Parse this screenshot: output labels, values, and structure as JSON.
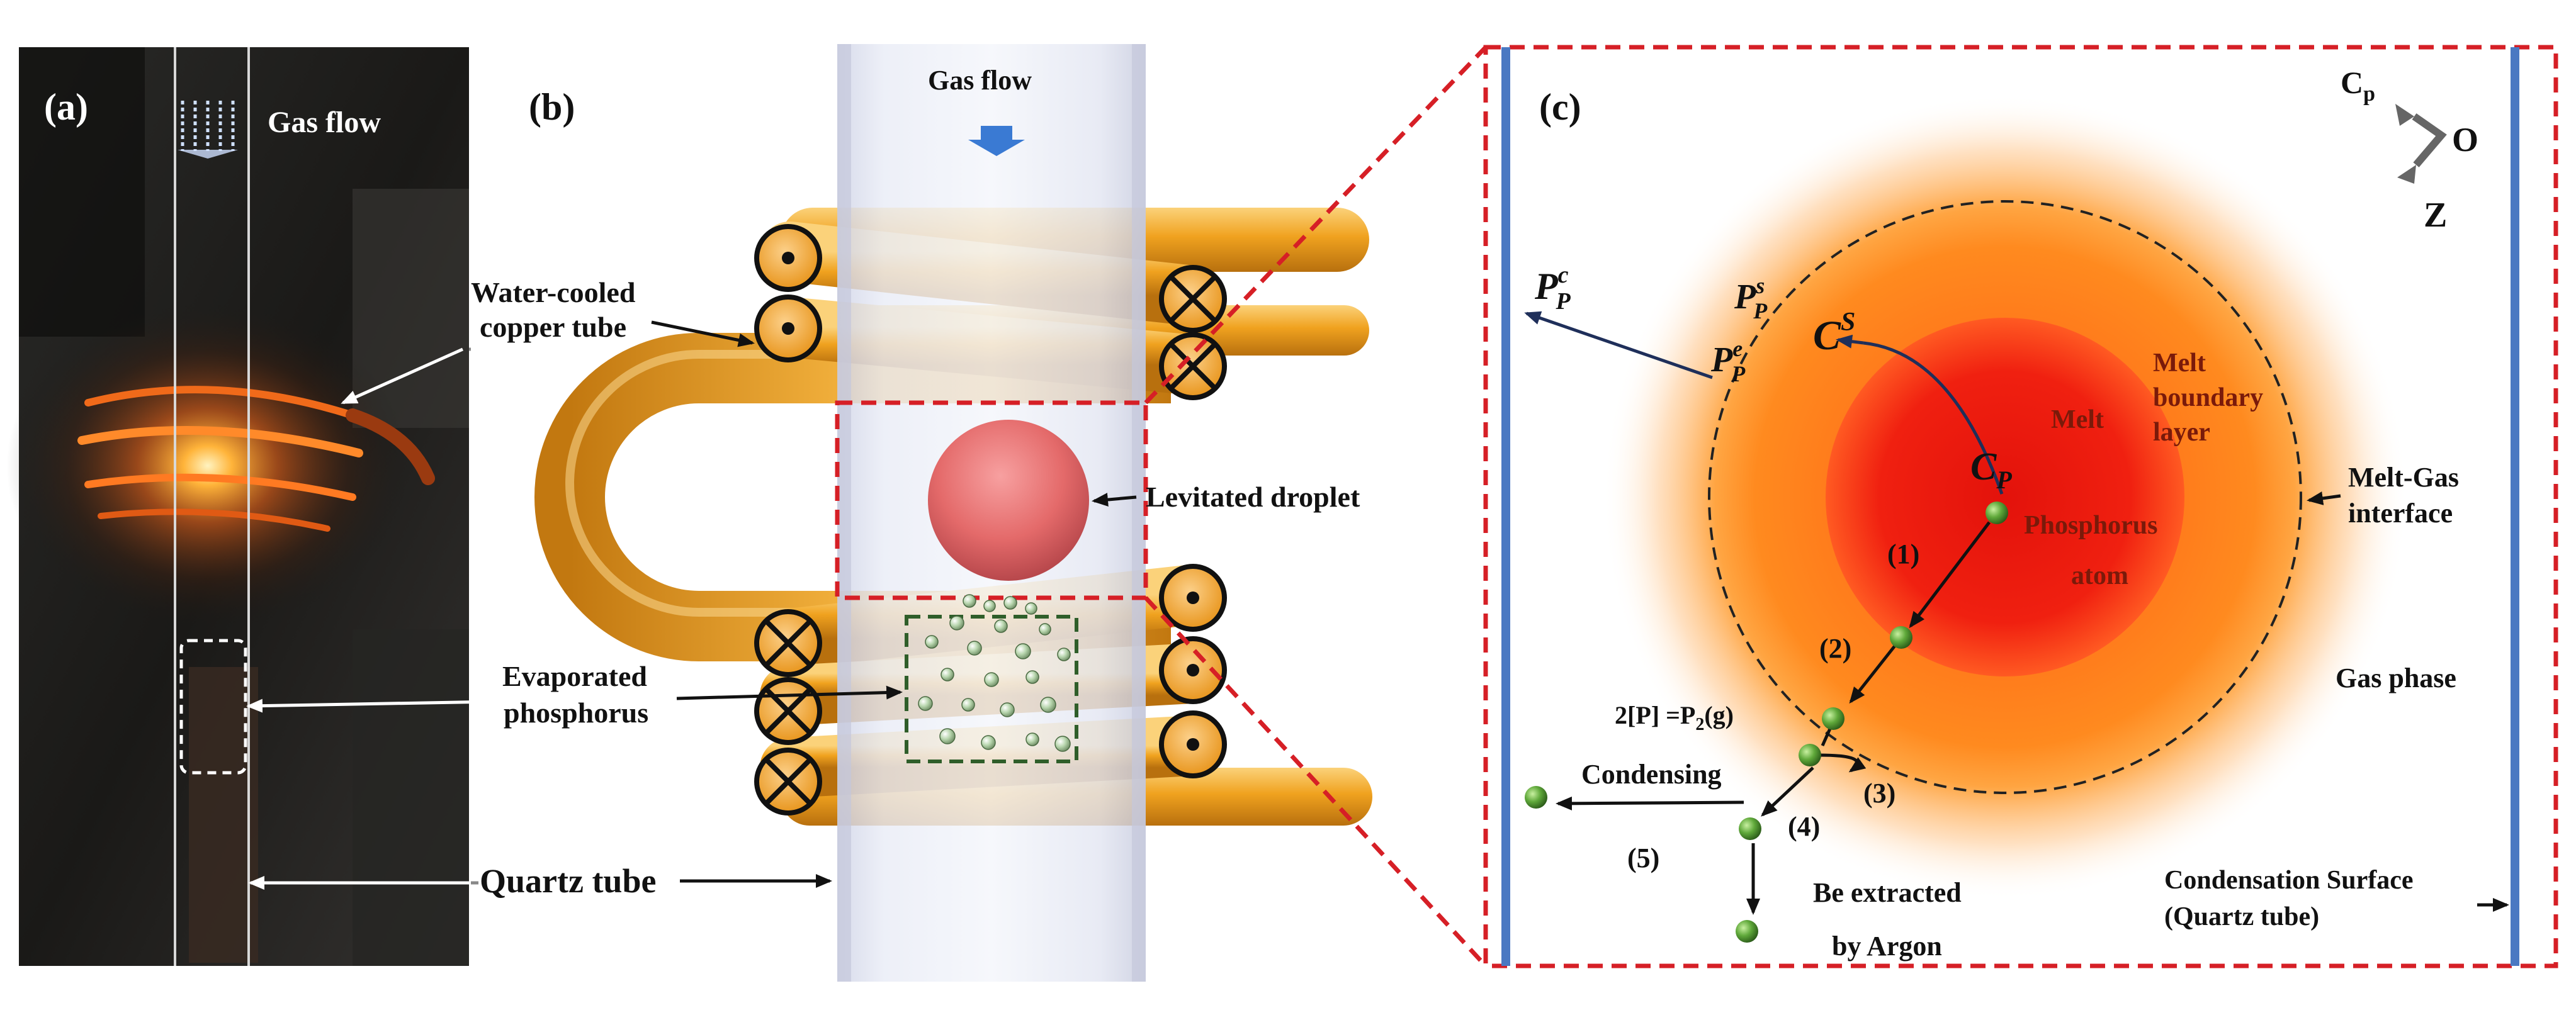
{
  "panel_a": {
    "tag": "(a)",
    "gas_flow": "Gas flow"
  },
  "panel_b": {
    "tag": "(b)",
    "gas_flow": "Gas flow",
    "water_cooled_line1": "Water-cooled",
    "water_cooled_line2": "copper tube",
    "levitated_droplet": "Levitated droplet",
    "evaporated_line1": "Evaporated",
    "evaporated_line2": "phosphorus",
    "quartz_tube": "Quartz tube"
  },
  "panel_c": {
    "tag": "(c)",
    "orientation": {
      "cp": "C",
      "cp_sub": "p",
      "o": "O",
      "z": "Z"
    },
    "p_c": {
      "base": "P",
      "sub": "P",
      "sup": "c"
    },
    "p_s": {
      "base": "P",
      "sub": "P",
      "sup": "s"
    },
    "p_e": {
      "base": "P",
      "sub": "P",
      "sup": "e"
    },
    "c_s": {
      "base": "C",
      "sup": "S"
    },
    "c_p": {
      "base": "C",
      "sub": "P"
    },
    "melt": "Melt",
    "melt_boundary_line1": "Melt",
    "melt_boundary_line2": "boundary",
    "melt_boundary_line3": "layer",
    "phosphorus_atom_line1": "Phosphorus",
    "phosphorus_atom_line2": "atom",
    "melt_gas_line1": "Melt-Gas",
    "melt_gas_line2": "interface",
    "gas_phase": "Gas phase",
    "step1": "(1)",
    "step2": "(2)",
    "step3": "(3)",
    "step4": "(4)",
    "step5": "(5)",
    "reaction_pre": "2[P] =P",
    "reaction_sub": "2",
    "reaction_post": "(g)",
    "condensing": "Condensing",
    "extract_line1": "Be extracted",
    "extract_line2": "by Argon",
    "condensation_line1": "Condensation Surface",
    "condensation_line2": "(Quartz tube)"
  },
  "colors": {
    "copper": "#f0a21f",
    "droplet": "#e46a6a",
    "melt_core": "#e3120b",
    "melt_glow": "#ff9a30",
    "dashed_red": "#d61f26",
    "dashed_green": "#2f5e2a",
    "quartz_wall": "#4a78c2",
    "gas_arrow": "#3a7ad3",
    "particle": "#3f8a2a"
  }
}
